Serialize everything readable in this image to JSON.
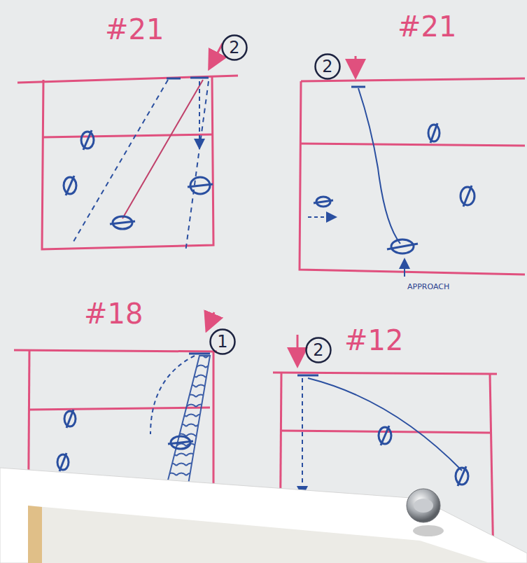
{
  "diagram": {
    "nodes": [
      {
        "text": [
          "2"
        ]
      },
      {
        "text": [
          "2"
        ]
      },
      {
        "text": [
          "1"
        ]
      },
      {
        "text": [
          "2"
        ]
      }
    ],
    "labels": [
      "#21",
      "#21",
      "APPROACH",
      "#18",
      "#12"
    ]
  }
}
